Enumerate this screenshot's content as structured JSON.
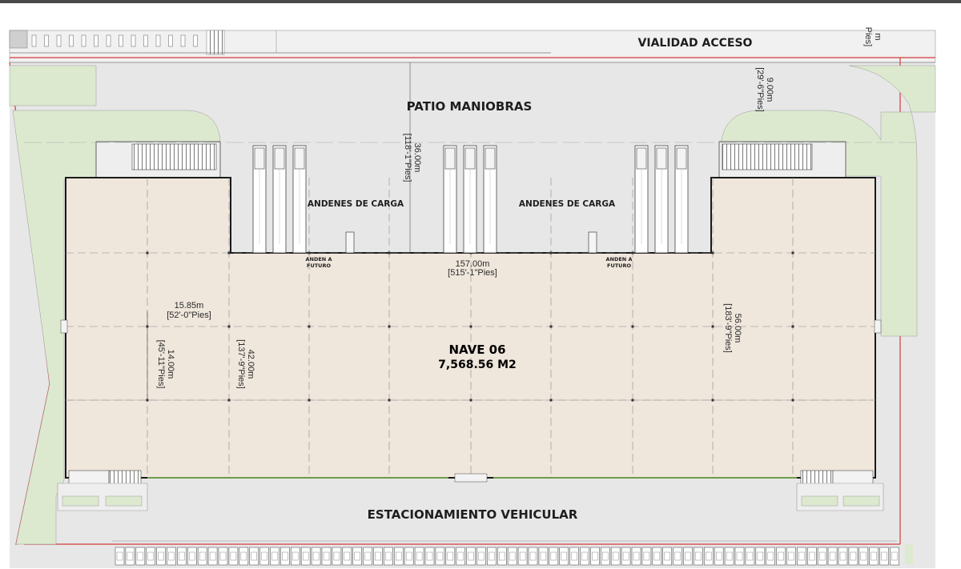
{
  "labels": {
    "access_road": "VIALIDAD ACCESO",
    "maneuver_yard": "PATIO MANIOBRAS",
    "loading_docks_left": "ANDENES DE CARGA",
    "loading_docks_right": "ANDENES DE CARGA",
    "future_dock_left_l1": "ANDEN A",
    "future_dock_left_l2": "FUTURO",
    "future_dock_right_l1": "ANDEN A",
    "future_dock_right_l2": "FUTURO",
    "parking": "ESTACIONAMIENTO VEHICULAR",
    "warehouse_name": "NAVE 06",
    "warehouse_area": "7,568.56 M2"
  },
  "dimensions": {
    "length_m": "157.00m",
    "length_ft": "[515'-1\"Pies]",
    "bay_width_m": "15.85m",
    "bay_width_ft": "[52'-0\"Pies]",
    "bay_depth_m": "14.00m",
    "bay_depth_ft": "[45'-11\"Pies]",
    "depth_42_m": "42.00m",
    "depth_42_ft": "[137'-9\"Pies]",
    "depth_56_m": "56.00m",
    "depth_56_ft": "[183'-9\"Pies]",
    "yard_depth_m": "36.00m",
    "yard_depth_ft": "[118'-1\"Pies]",
    "setback_m": "9.00m",
    "setback_ft": "[29'-6\"Pies]",
    "top_edge_fragment_m": "m",
    "top_edge_fragment_ft": "Pies]"
  },
  "colors": {
    "building_fill": "#efe6dc",
    "building_outline": "#1a1a1a",
    "paving": "#e7e7e7",
    "landscape": "#dde9cf",
    "property_line": "#d23b3b",
    "grid_line": "#8a8a8a"
  }
}
